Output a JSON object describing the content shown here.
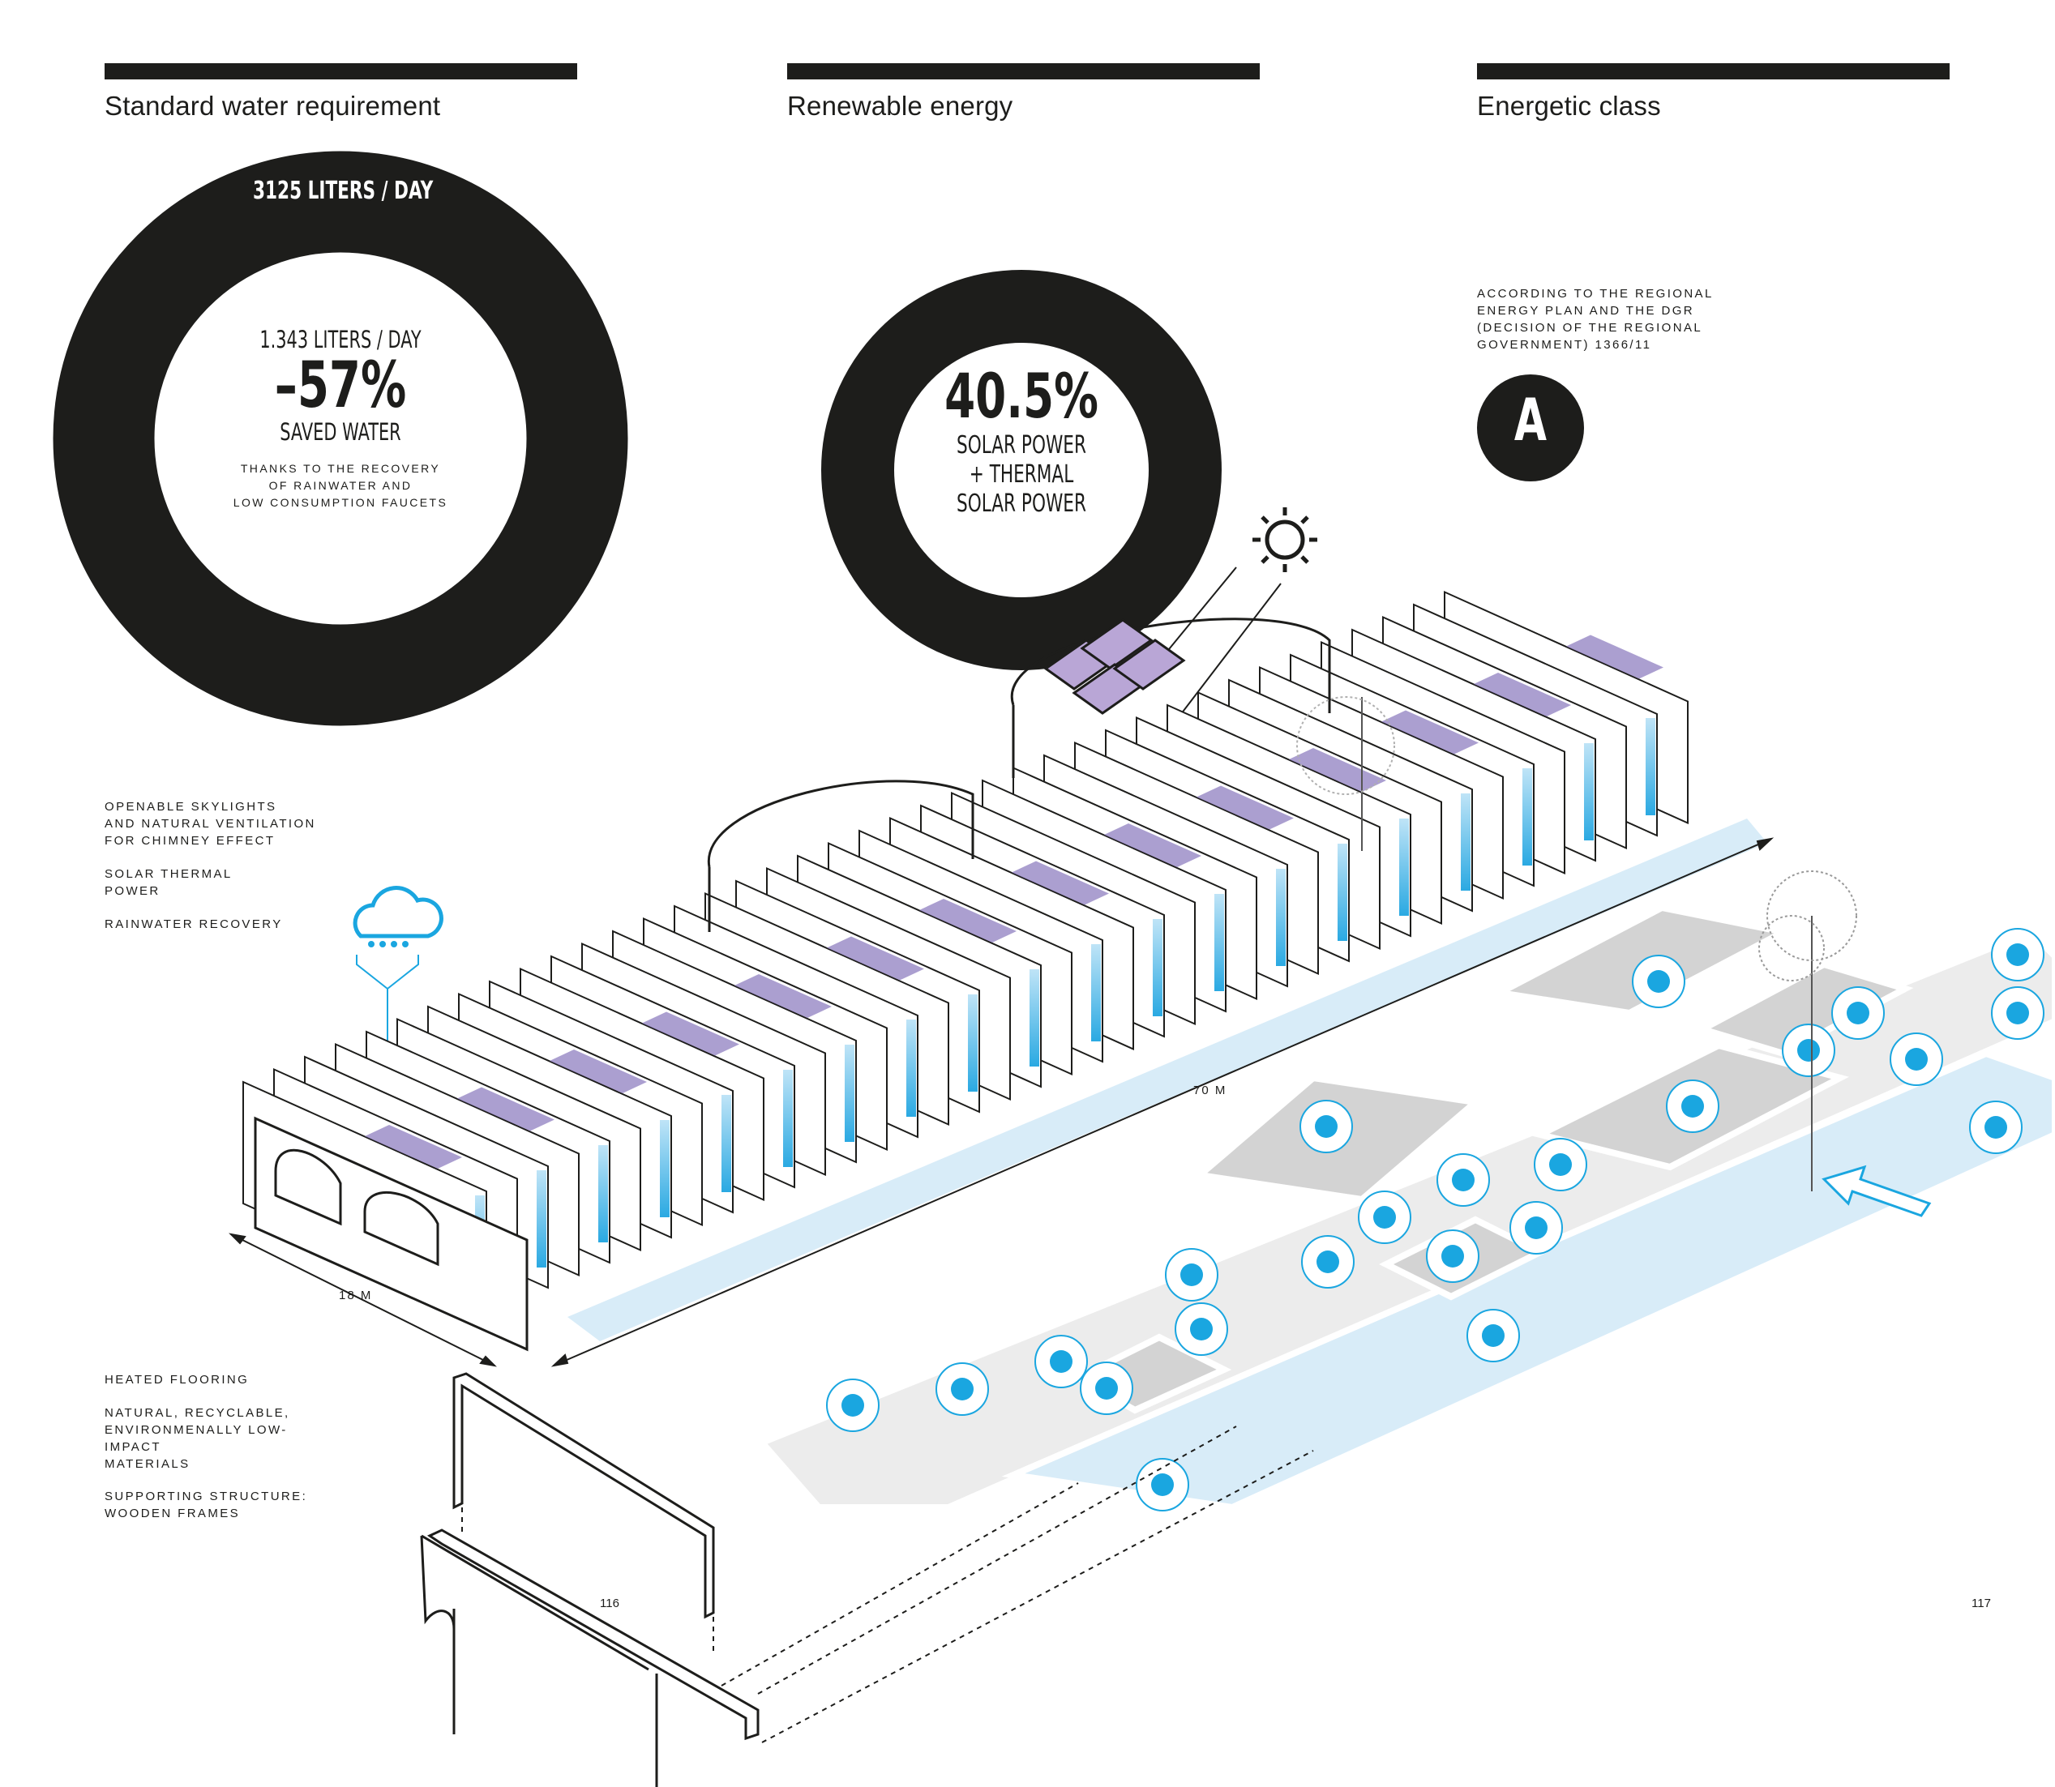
{
  "sections": {
    "water": {
      "title": "Standard water requirement",
      "standard": "3125 LITERS / DAY",
      "consumption": "1.343 LITERS / DAY",
      "percent": "–57%",
      "saved_label": "SAVED WATER",
      "note": "THANKS TO THE RECOVERY\nOF RAINWATER AND\nLOW CONSUMPTION FAUCETS"
    },
    "energy": {
      "title": "Renewable energy",
      "percent": "40.5%",
      "line1": "SOLAR POWER",
      "line2": "+ THERMAL",
      "line3": "SOLAR POWER"
    },
    "class": {
      "title": "Energetic class",
      "note": "ACCORDING TO THE REGIONAL\nENERGY PLAN AND THE DGR\n(DECISION OF THE REGIONAL\nGOVERNMENT) 1366/11",
      "grade": "A"
    }
  },
  "annotations": {
    "skylights": "OPENABLE SKYLIGHTS\nAND NATURAL VENTILATION\nFOR CHIMNEY EFFECT",
    "solar_thermal": "SOLAR THERMAL\nPOWER",
    "rainwater": "RAINWATER RECOVERY",
    "heated_flooring": "HEATED FLOORING",
    "materials": "NATURAL, RECYCLABLE,\nENVIRONMENALLY LOW-\nIMPACT\nMATERIALS",
    "structure": "SUPPORTING STRUCTURE:\nWOODEN FRAMES"
  },
  "dimensions": {
    "length": "70 M",
    "width": "18 M"
  },
  "page_numbers": {
    "left": "116",
    "right": "117"
  },
  "colors": {
    "ink": "#1d1d1b",
    "accent_blue": "#1aa6e0",
    "light_blue": "#d8ecf8",
    "panel_violet": "#8f7fc0",
    "floor_grey": "#d3d3d3"
  },
  "icons": [
    "rain-cloud-icon",
    "sun-icon",
    "baby-bottle-icon",
    "hanger-icon",
    "diaper-icon",
    "crib-icon",
    "stroller-icon",
    "children-icon",
    "toilet-icon",
    "toy-blocks-icon",
    "crawling-baby-icon",
    "bath-icon",
    "changing-table-icon",
    "crayon-icon",
    "entrance-arrow-icon"
  ]
}
